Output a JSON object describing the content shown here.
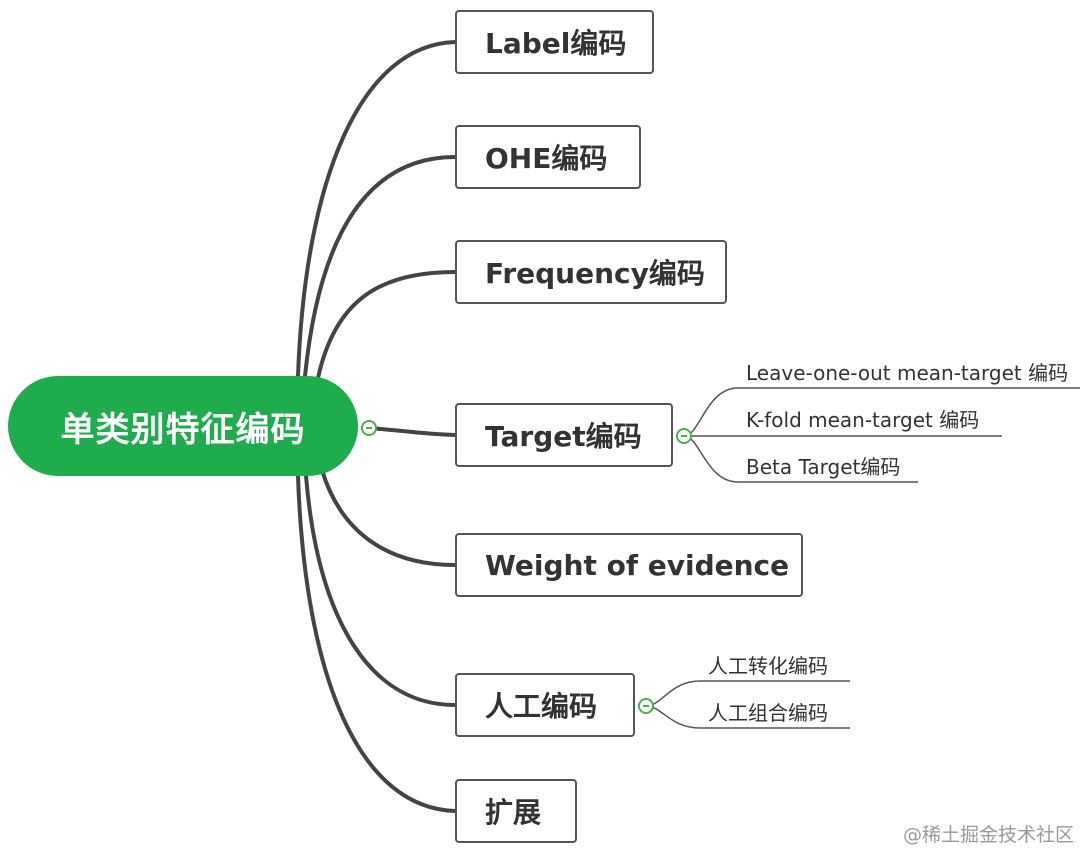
{
  "diagram": {
    "root": {
      "label": "单类别特征编码",
      "color": "#1fac4d"
    },
    "branches": [
      {
        "label": "Label编码"
      },
      {
        "label": "OHE编码"
      },
      {
        "label": "Frequency编码"
      },
      {
        "label": "Target编码",
        "children": [
          "Leave-one-out mean-target 编码",
          "K-fold mean-target 编码",
          "Beta Target编码"
        ]
      },
      {
        "label": "Weight of evidence"
      },
      {
        "label": "人工编码",
        "children": [
          "人工转化编码",
          "人工组合编码"
        ]
      },
      {
        "label": "扩展"
      }
    ],
    "line_color": "#444444",
    "toggle_color": "#4cae4c"
  },
  "watermark": "@稀土掘金技术社区"
}
